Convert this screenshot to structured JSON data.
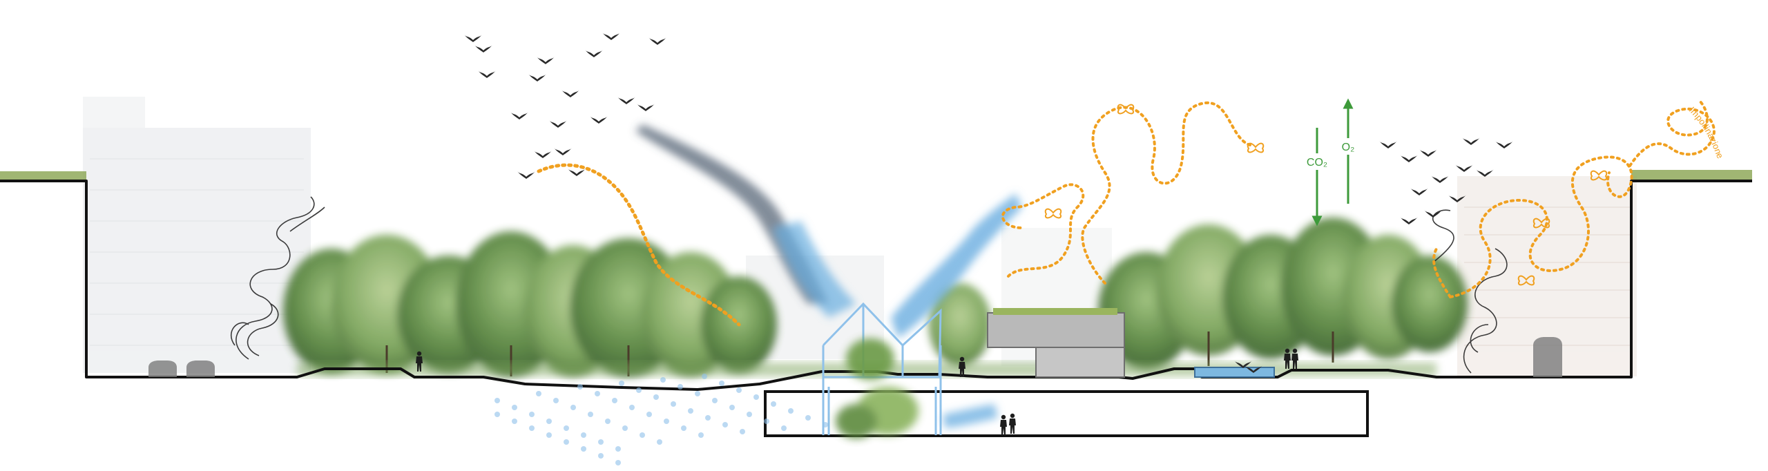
{
  "diagram": {
    "type": "landscape-section",
    "labels": {
      "co2": "CO₂",
      "o2": "O₂",
      "orange_path_text": "Impollinazione"
    },
    "colors": {
      "ground_line": "#111111",
      "pollinator_path": "#f0a020",
      "exchange_arrow": "#3d9a3a",
      "water_mist": "#6aaee0",
      "mist_dark": "#4b5d6d",
      "tree_dark": "#4f7a3a",
      "tree_light": "#8fb36a",
      "building_ghost": "#e6e8ea",
      "pool": "#7db8e0"
    },
    "icons": [
      "bird-icon",
      "butterfly-icon",
      "bee-icon",
      "person-icon",
      "car-icon",
      "greenhouse-icon"
    ]
  }
}
